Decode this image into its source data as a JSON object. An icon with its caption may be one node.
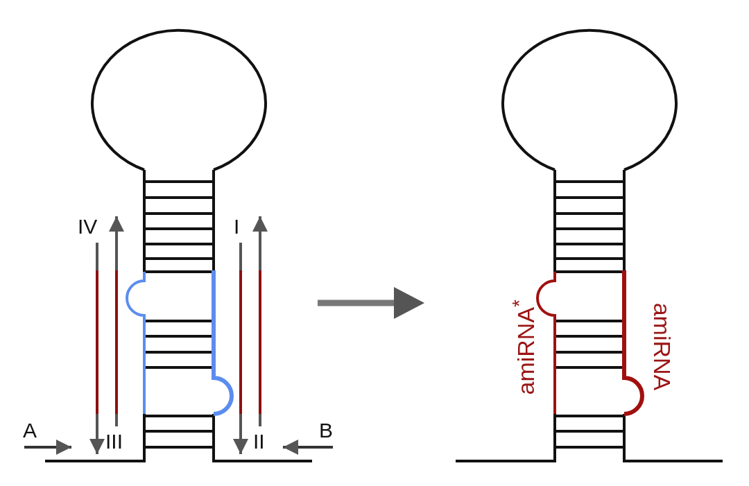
{
  "diagram": {
    "nodes": [
      {
        "text": [],
        "shape": "picture"
      },
      {
        "text": [],
        "shape": "picture"
      }
    ],
    "edges": [
      {
        "from": 0,
        "to": 1,
        "arrow": "to"
      }
    ],
    "labels": [
      "IV",
      "I",
      "amiRNA$^{*}$",
      "amiRNA",
      "A",
      "III",
      "II",
      "B"
    ]
  }
}
